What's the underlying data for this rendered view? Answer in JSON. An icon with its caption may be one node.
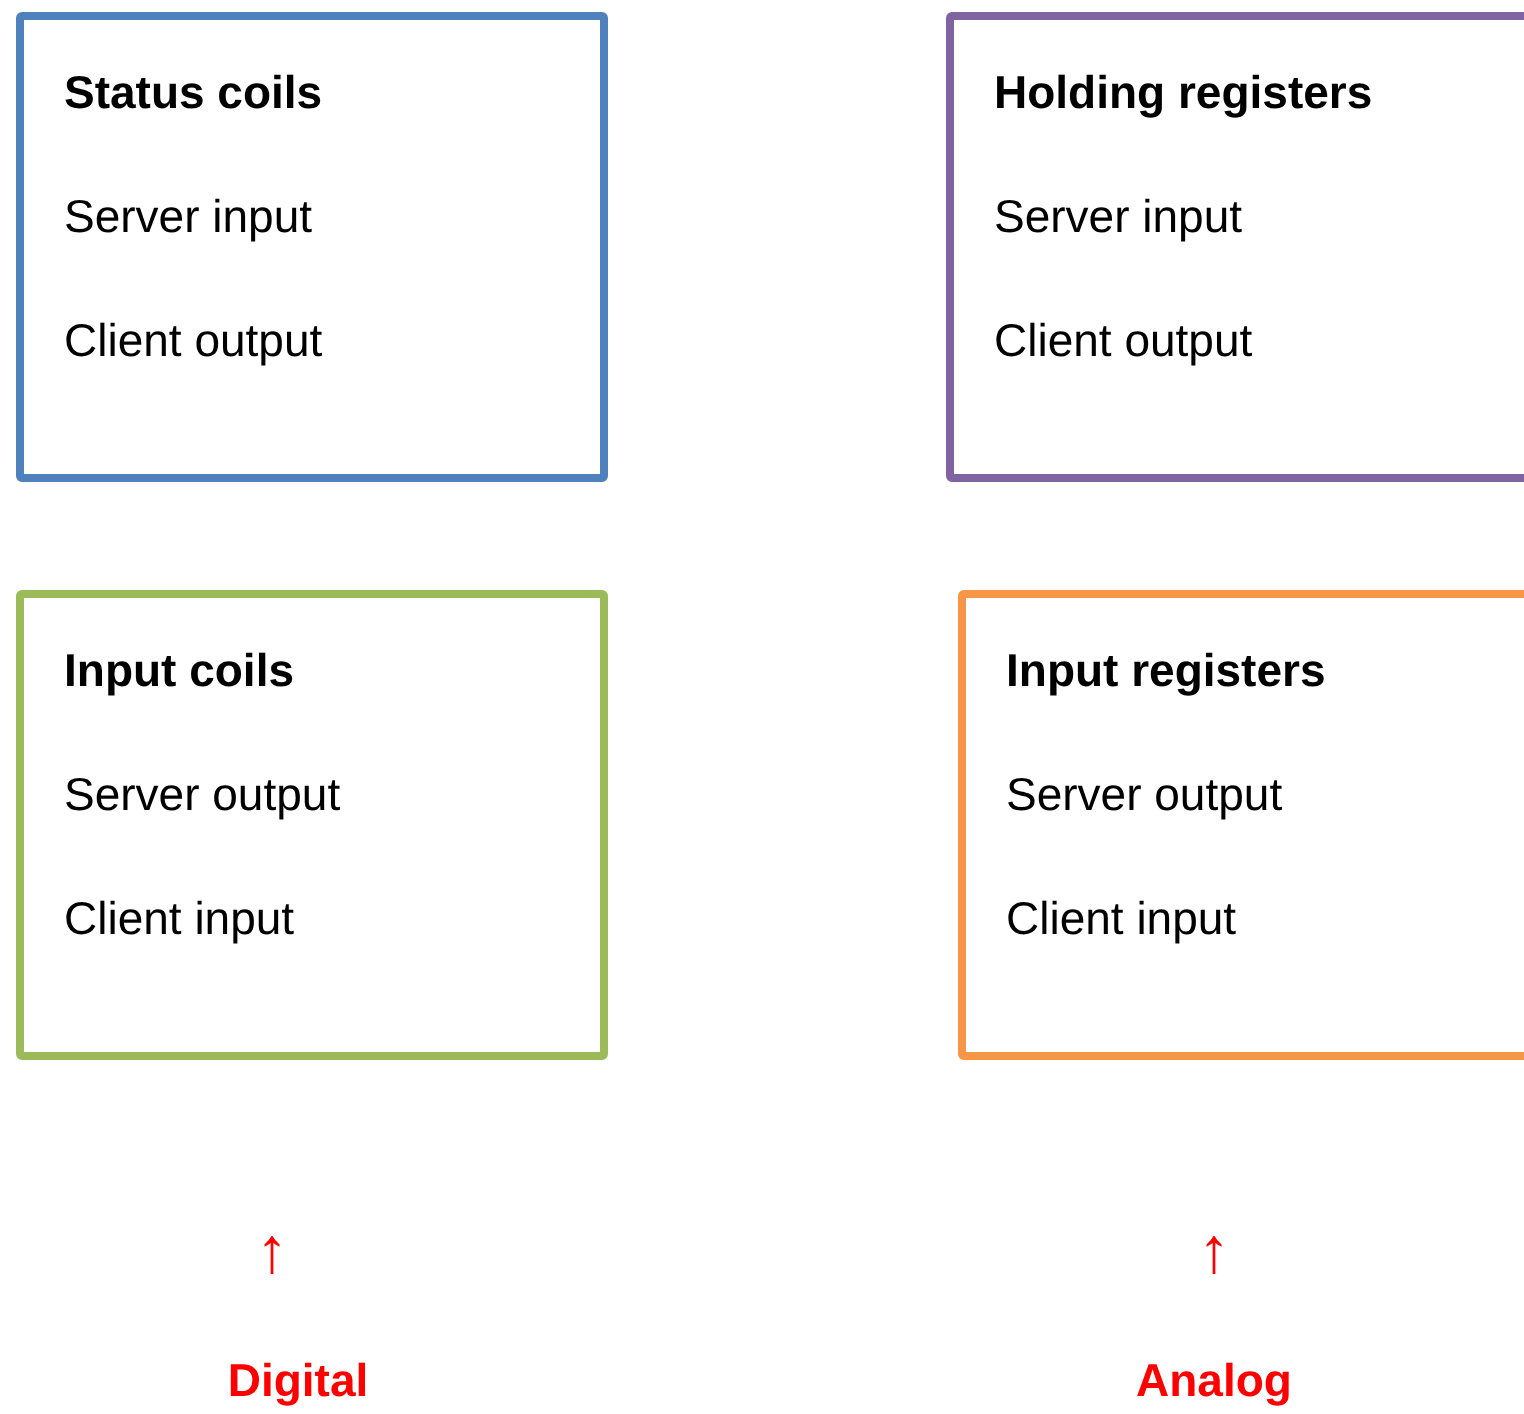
{
  "diagram": {
    "nodes": [
      {
        "text": [
          "Status coils",
          "Server input",
          "Client output"
        ]
      },
      {
        "text": [
          "Holding registers",
          "Server input",
          "Client output"
        ]
      },
      {
        "text": [
          "Input coils",
          "Server output",
          "Client input"
        ]
      },
      {
        "text": [
          "Input registers",
          "Server output",
          "Client input"
        ]
      }
    ],
    "labels": [
      "↑",
      "↑",
      "Digital",
      "Analog"
    ]
  }
}
